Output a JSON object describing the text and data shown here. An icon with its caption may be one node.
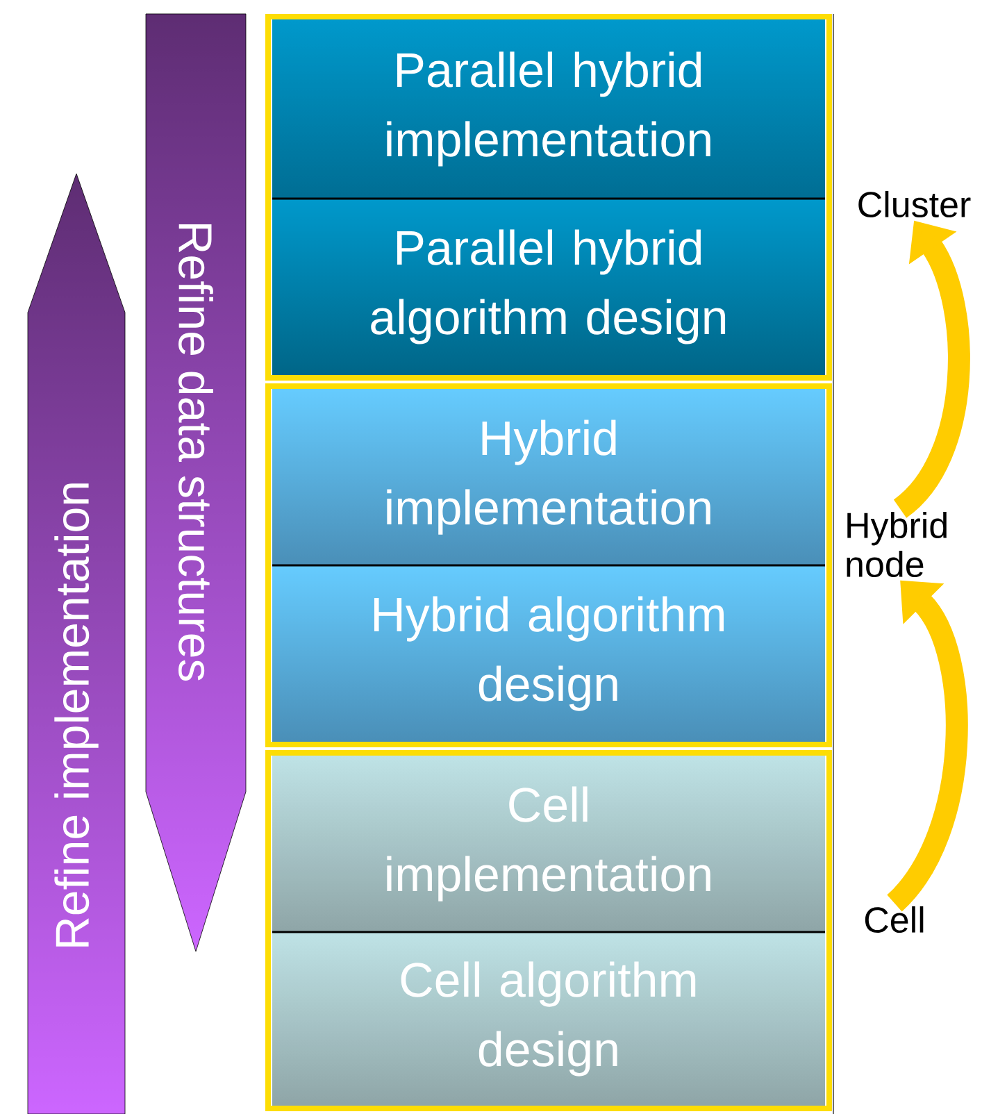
{
  "diagram": {
    "nodes": [
      {
        "text": [
          "Refine implementation"
        ]
      },
      {
        "text": [
          "Refine data structures"
        ]
      },
      {
        "text": [],
        "shape": "box"
      },
      {
        "text": [
          "Parallel hybrid implementation"
        ],
        "in": 2
      },
      {
        "text": [
          "Parallel hybrid algorithm design"
        ],
        "in": 2
      },
      {
        "text": [],
        "shape": "box"
      },
      {
        "text": [
          "Hybrid implementation"
        ],
        "in": 5
      },
      {
        "text": [
          "Hybrid algorithm design"
        ],
        "in": 5
      },
      {
        "text": [],
        "shape": "box"
      },
      {
        "text": [
          "Cell implementation"
        ],
        "in": 8
      },
      {
        "text": [
          "Cell algorithm design"
        ],
        "in": 8
      },
      {
        "text": [
          "Cluster"
        ]
      },
      {
        "text": [
          "Hybrid node"
        ]
      },
      {
        "text": [
          "Cell"
        ]
      }
    ],
    "edges": [
      {
        "from": 12,
        "to": 11,
        "arrow": "to"
      },
      {
        "from": 13,
        "to": 12,
        "arrow": "to"
      }
    ]
  }
}
